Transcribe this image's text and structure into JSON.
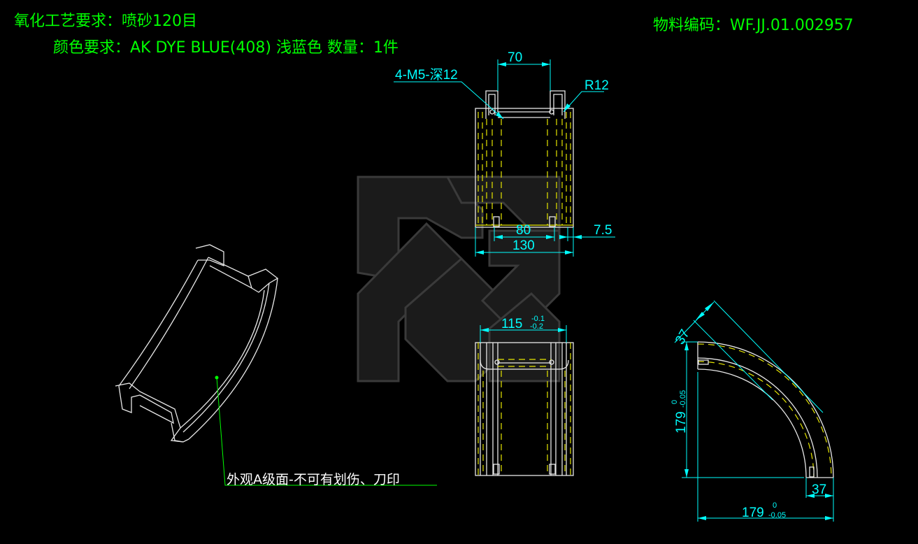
{
  "notes": {
    "process": "氧化工艺要求：喷砂120目",
    "color": "颜色要求：AK DYE BLUE(408)  浅蓝色  数量：1件",
    "part_code": "物料编码：WF.JJ.01.002957"
  },
  "callout": "外观A级面-不可有划伤、刀印",
  "top_view": {
    "dim_70": "70",
    "thread_note": "4-M5-深12",
    "radius": "R12",
    "dim_80": "80",
    "dim_130": "130",
    "dim_7_5": "7.5"
  },
  "front_view": {
    "dim_115": "115",
    "tol_upper": "-0.1",
    "tol_lower": "-0.2"
  },
  "arc_view": {
    "dim_37_diag": "37",
    "dim_179_v": "179",
    "dim_179_h": "179",
    "tol_upper": "0",
    "tol_lower": "-0.05",
    "dim_37_bottom": "37"
  },
  "colors": {
    "text": "#00ff00",
    "dimension": "#00ffff",
    "hidden": "#e6e600",
    "outline": "#e8e8e8"
  }
}
